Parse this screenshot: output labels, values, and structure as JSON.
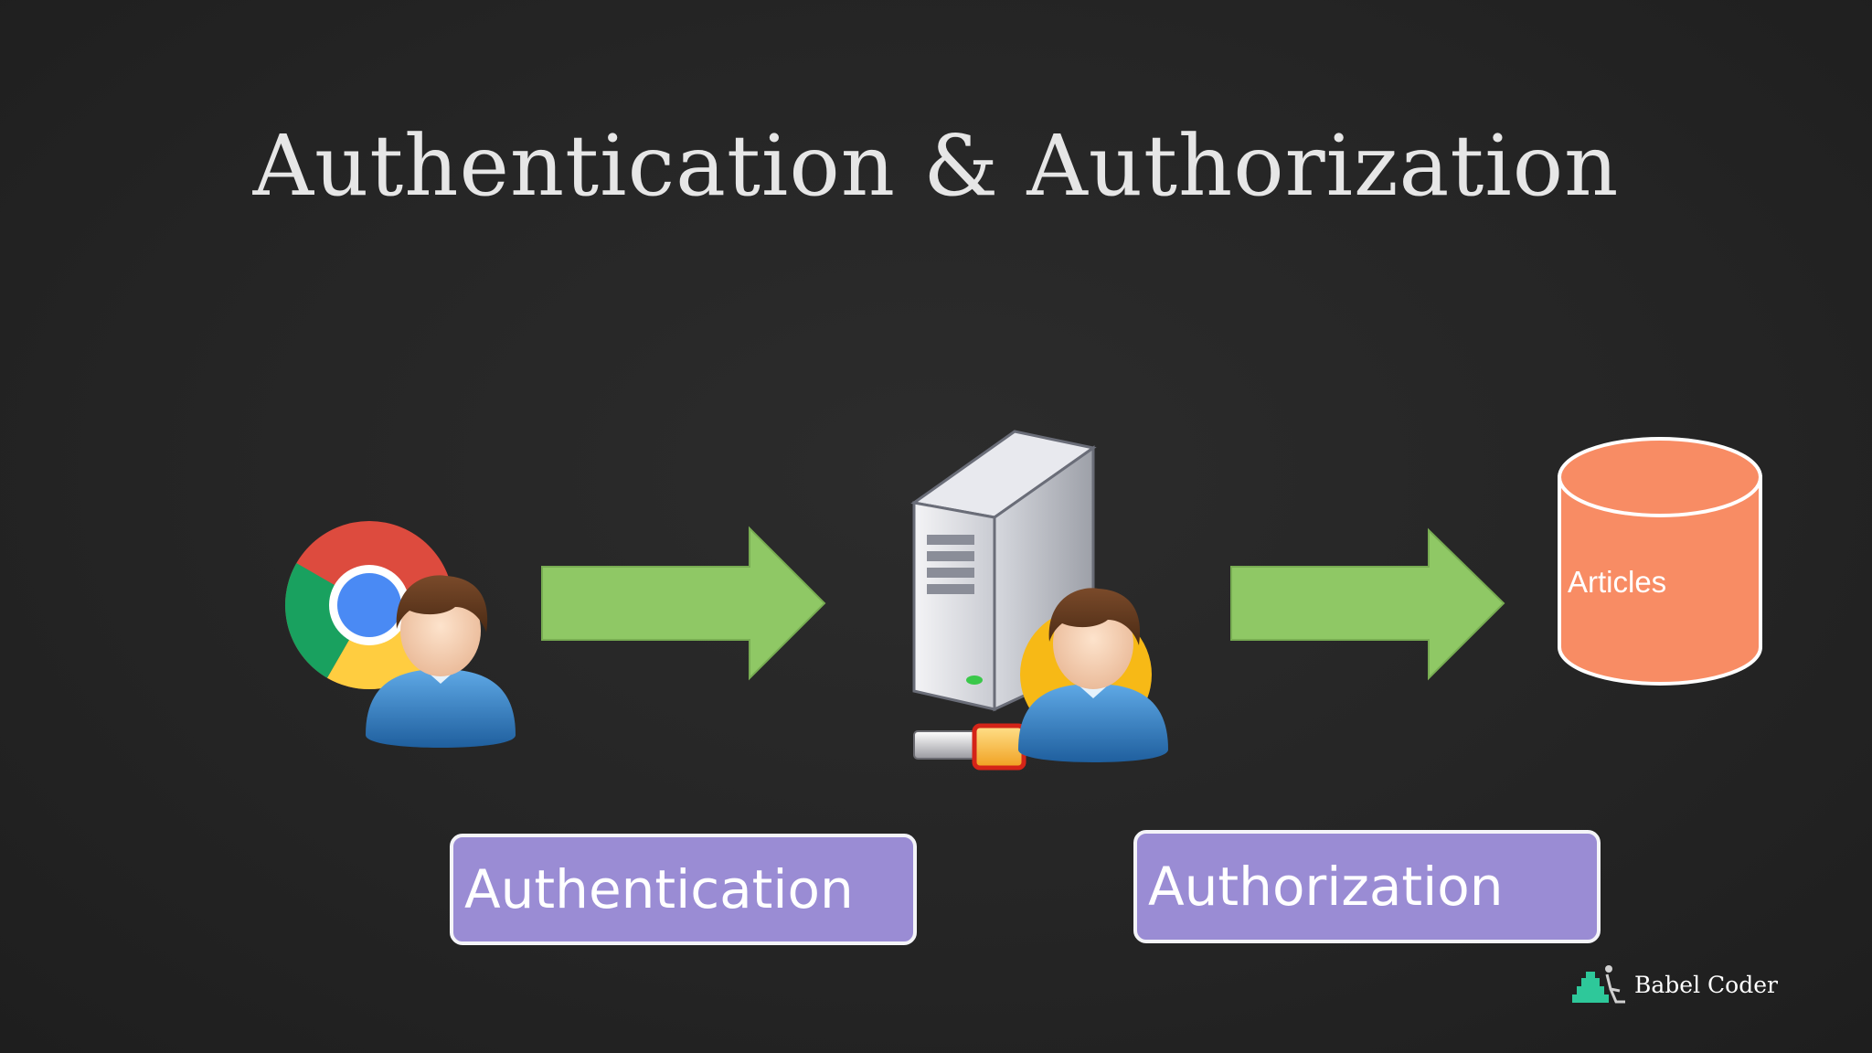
{
  "slide": {
    "title": "Authentication & Authorization"
  },
  "labels": {
    "authentication": "Authentication",
    "authorization": "Authorization",
    "database": "Articles"
  },
  "brand": {
    "name": "Babel Coder"
  },
  "colors": {
    "arrow": "#8fc865",
    "label_box": "#9a8cd4",
    "database": "#f88c64",
    "background": "#242424"
  },
  "icons": [
    "chrome-icon",
    "user-icon",
    "server-icon",
    "database-icon",
    "babel-coder-logo-icon"
  ]
}
